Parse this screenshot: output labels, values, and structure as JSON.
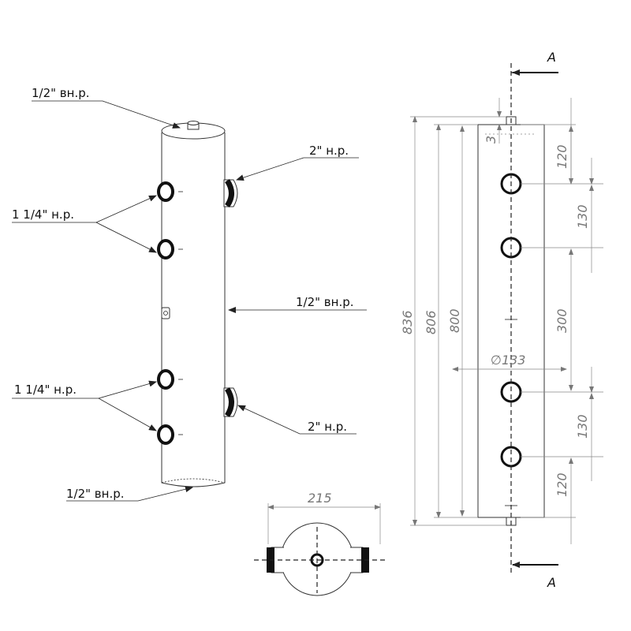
{
  "callouts": {
    "top_half_inch": "1/2\" вн.р.",
    "upper_2in": "2\" н.р.",
    "upper_1_25in": "1 1/4\" н.р.",
    "middle_half_inch": "1/2\" вн.р.",
    "lower_1_25in": "1 1/4\" н.р.",
    "lower_2in": "2\" н.р.",
    "bottom_half_inch": "1/2\" вн.р."
  },
  "dimensions": {
    "overall_836": "836",
    "overall_806": "806",
    "overall_800": "800",
    "top_offset": "3",
    "pitch_top": "120",
    "pitch_upper": "130",
    "pitch_middle": "300",
    "pitch_lower": "130",
    "pitch_bottom": "120",
    "diameter": "∅133",
    "width_215": "215"
  },
  "section": {
    "top_label": "A",
    "bottom_label": "A"
  }
}
